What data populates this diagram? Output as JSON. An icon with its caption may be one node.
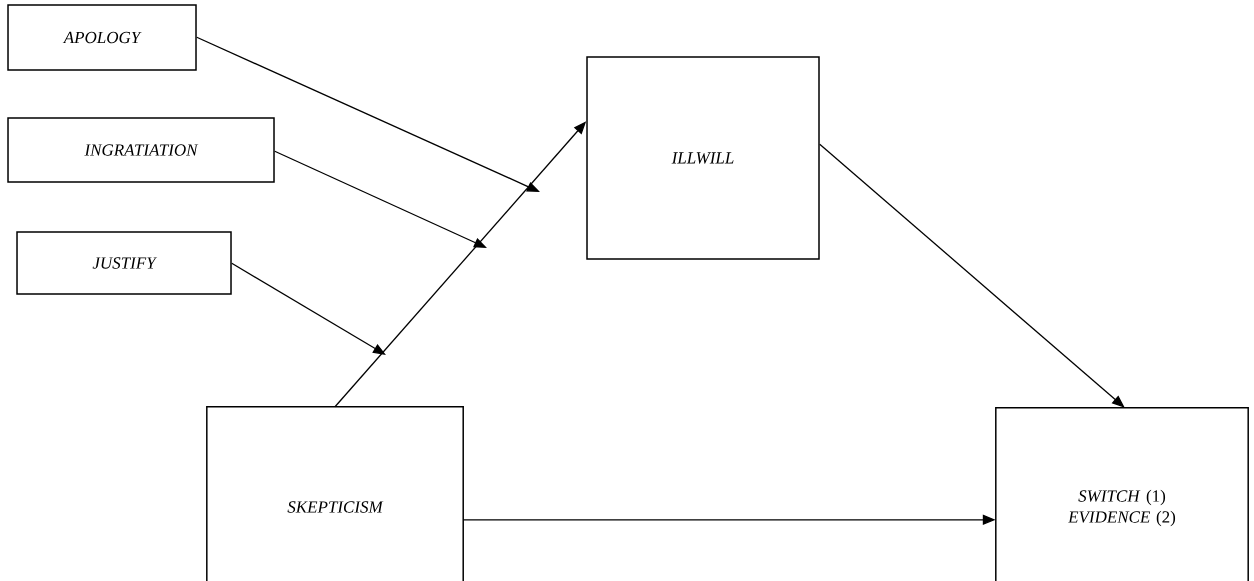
{
  "diagram": {
    "nodes": [
      {
        "text": [
          "APOLOGY"
        ]
      },
      {
        "text": [
          "ILLWILL"
        ]
      },
      {
        "text": [
          "INGRATIATION"
        ]
      },
      {
        "text": [
          "JUSTIFY"
        ]
      },
      {
        "text": [
          "SKEPTICISM"
        ]
      },
      {
        "text": [
          "*SWITCH* (1) *EVIDENCE* (2)"
        ]
      }
    ],
    "edges": [
      {
        "from": 4,
        "to": 1,
        "arrow": "to"
      },
      {
        "from": 1,
        "to": 5,
        "arrow": "to"
      },
      {
        "from": 4,
        "to": 5,
        "arrow": "to"
      },
      {
        "from": 0,
        "to": null,
        "arrow": "to"
      },
      {
        "from": 2,
        "to": null,
        "arrow": "to"
      },
      {
        "from": 3,
        "to": null,
        "arrow": "to"
      }
    ]
  }
}
